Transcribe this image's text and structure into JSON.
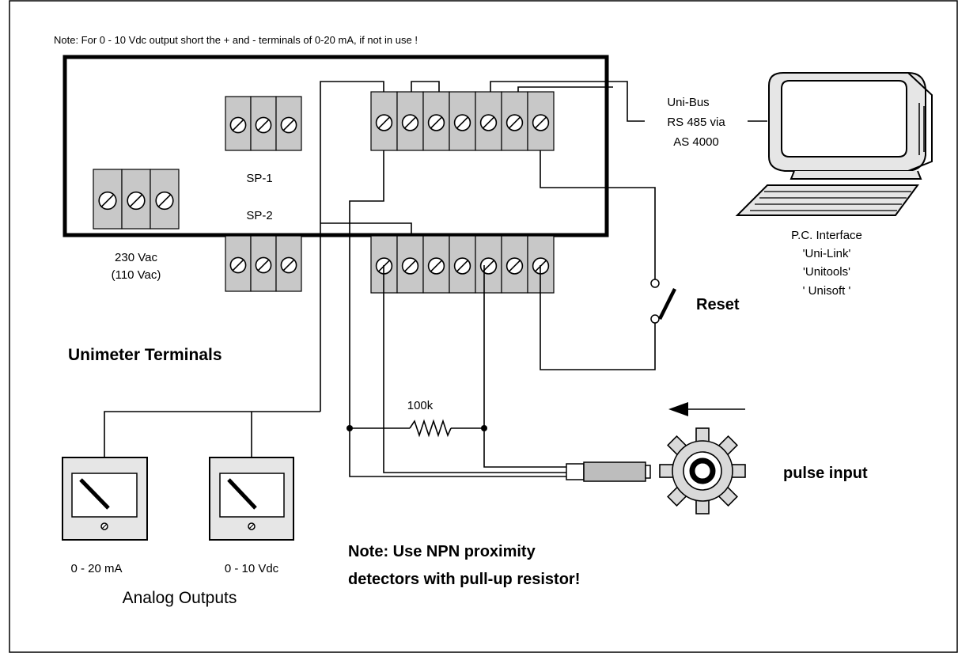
{
  "notes": {
    "top": "Note:  For 0 - 10 Vdc output short the + and - terminals of 0-20 mA, if not in use !",
    "npn_line1": "Note: Use NPN proximity",
    "npn_line2": "detectors with pull-up resistor!"
  },
  "unimeter": {
    "title": "Unimeter Terminals",
    "power_label_1": "230 Vac",
    "power_label_2": "(110 Vac)",
    "sp1_label": "SP-1",
    "sp2_label": "SP-2"
  },
  "bus": {
    "line1": "Uni-Bus",
    "line2": "RS 485 via",
    "line3": "AS 4000"
  },
  "pc": {
    "line1": "P.C. Interface",
    "line2": "'Uni-Link'",
    "line3": "'Unitools'",
    "line4": "' Unisoft '"
  },
  "reset": {
    "label": "Reset"
  },
  "resistor": {
    "label": "100k"
  },
  "pulse": {
    "label": "pulse input"
  },
  "analog": {
    "meter1_label": "0 - 20 mA",
    "meter2_label": "0 - 10 Vdc",
    "title": "Analog Outputs"
  },
  "colors": {
    "terminal_fill": "#c8c8c8",
    "sensor_fill": "#bdbdbd",
    "monitor_fill": "#e6e6e6",
    "gear_fill": "#d9d9d9"
  }
}
